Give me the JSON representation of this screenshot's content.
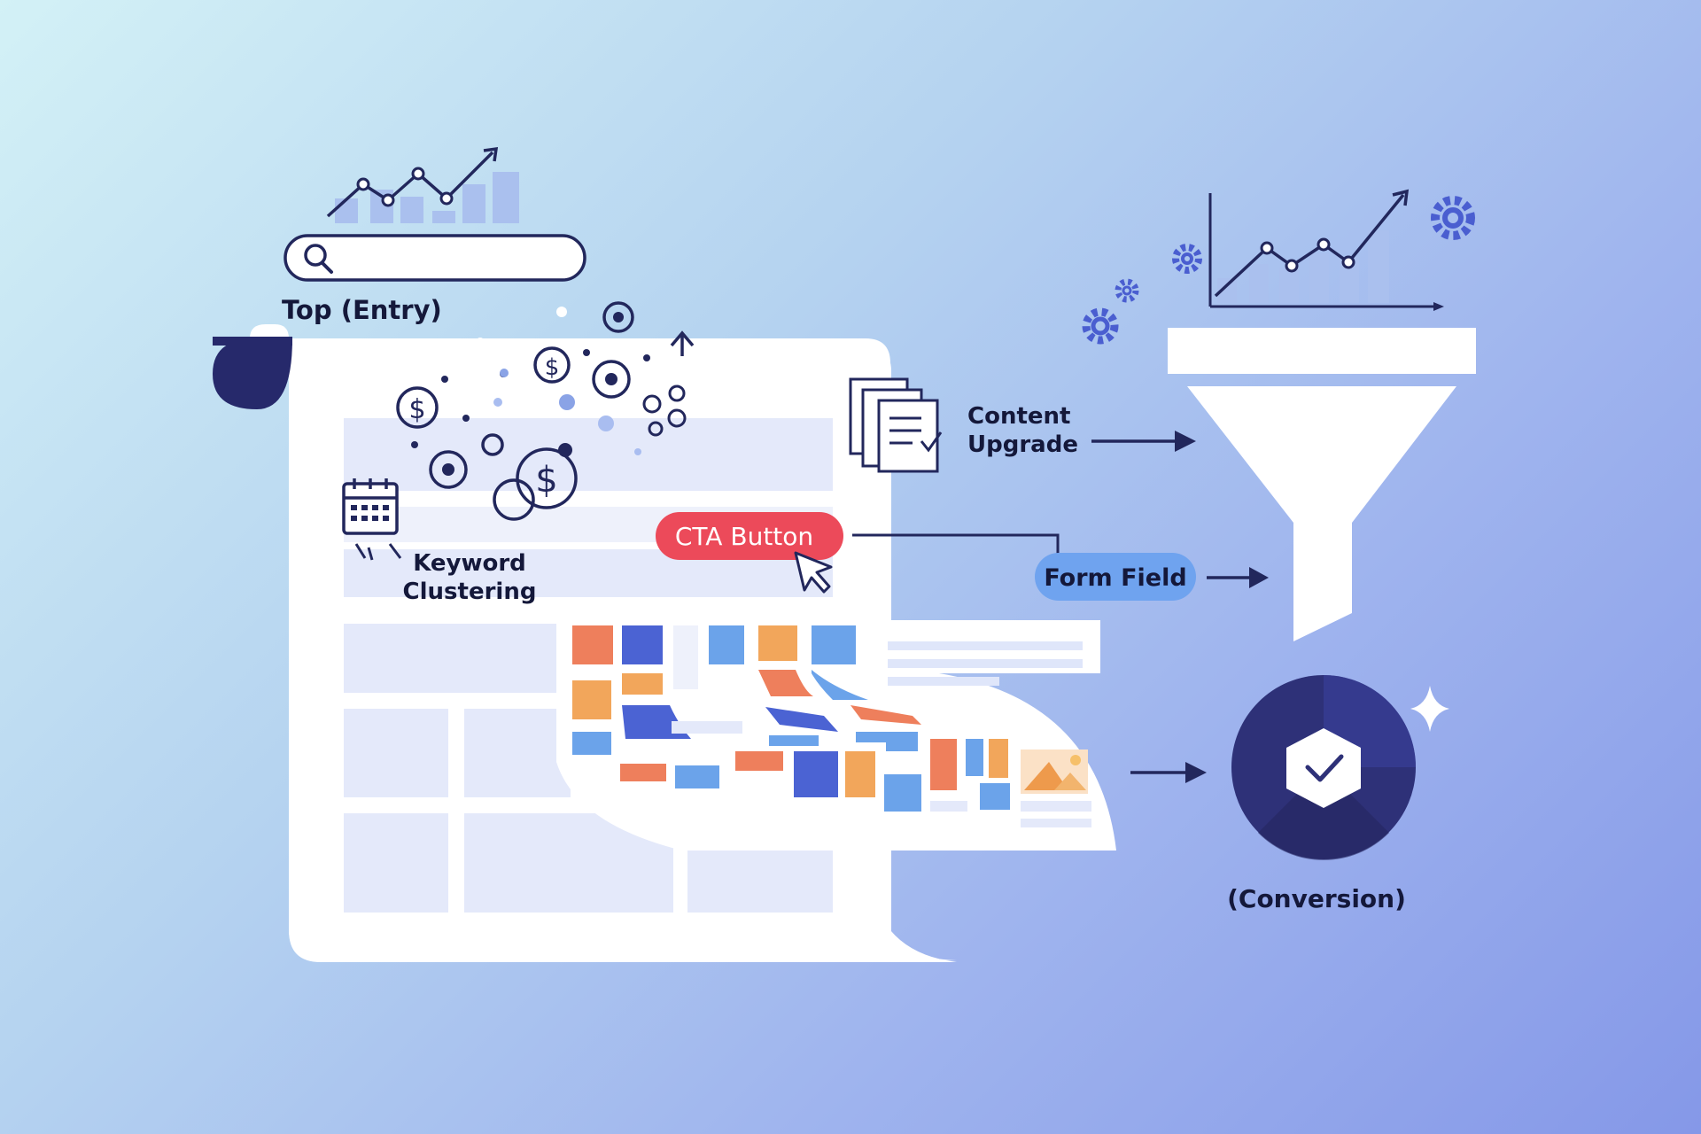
{
  "labels": {
    "top_entry": "Top (Entry)",
    "keyword_line1": "Keyword",
    "keyword_line2": "Clustering",
    "cta_button": "CTA Button",
    "content_line1": "Content",
    "content_line2": "Upgrade",
    "form_field": "Form Field",
    "conversion": "(Conversion)"
  },
  "colors": {
    "navy": "#2c2e72",
    "cta_red": "#ec4a5a",
    "form_blue": "#6fa3ef",
    "line_dark": "#22275c",
    "gear_blue": "#4a5ed0"
  },
  "icons": [
    "search-icon",
    "trend-chart-icon",
    "dollar-coin-icon",
    "target-icon",
    "calendar-icon",
    "document-stack-icon",
    "gear-icon",
    "funnel-icon",
    "checkmark-badge-icon",
    "sparkle-icon",
    "cursor-icon",
    "image-icon"
  ]
}
